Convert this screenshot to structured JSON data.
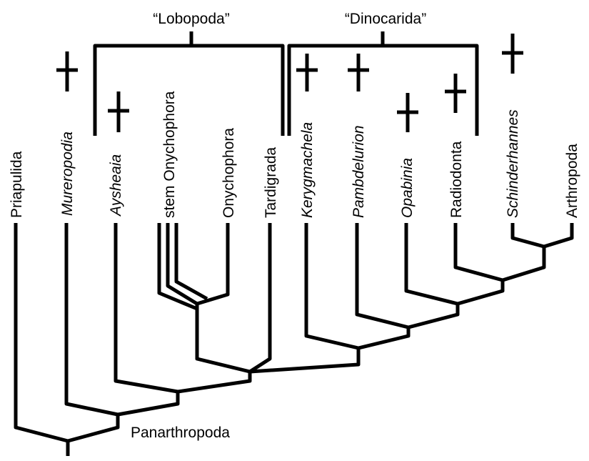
{
  "taxa": [
    {
      "name": "Priapulida",
      "italic": false,
      "extinct": false
    },
    {
      "name": "Mureropodia",
      "italic": true,
      "extinct": true
    },
    {
      "name": "Aysheaia",
      "italic": true,
      "extinct": true
    },
    {
      "name": "stem Onychophora",
      "italic": false,
      "extinct": false
    },
    {
      "name": "Onychophora",
      "italic": false,
      "extinct": false
    },
    {
      "name": "Tardigrada",
      "italic": false,
      "extinct": false
    },
    {
      "name": "Kerygmachela",
      "italic": true,
      "extinct": true
    },
    {
      "name": "Pambdelurion",
      "italic": true,
      "extinct": true
    },
    {
      "name": "Opabinia",
      "italic": true,
      "extinct": true
    },
    {
      "name": "Radiodonta",
      "italic": false,
      "extinct": true
    },
    {
      "name": "Schinderhannes",
      "italic": true,
      "extinct": true
    },
    {
      "name": "Arthropoda",
      "italic": false,
      "extinct": false
    }
  ],
  "groups": {
    "lobopoda": "“Lobopoda”",
    "dinocarida": "“Dinocarida”"
  },
  "node_labels": {
    "panarthropoda": "Panarthropoda"
  },
  "extinct_symbol": "†"
}
